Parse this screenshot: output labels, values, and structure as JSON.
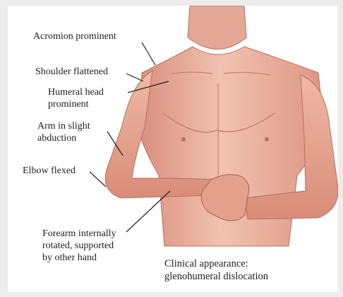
{
  "labels": {
    "acromion": "Acromion prominent",
    "shoulder": "Shoulder flattened",
    "humeral_line1": "Humeral head",
    "humeral_line2": "prominent",
    "arm_line1": "Arm in slight",
    "arm_line2": "abduction",
    "elbow": "Elbow flexed",
    "forearm_line1": "Forearm internally",
    "forearm_line2": "rotated, supported",
    "forearm_line3": "by other hand"
  },
  "caption": {
    "line1": "Clinical appearance:",
    "line2": "glenohumeral dislocation"
  }
}
